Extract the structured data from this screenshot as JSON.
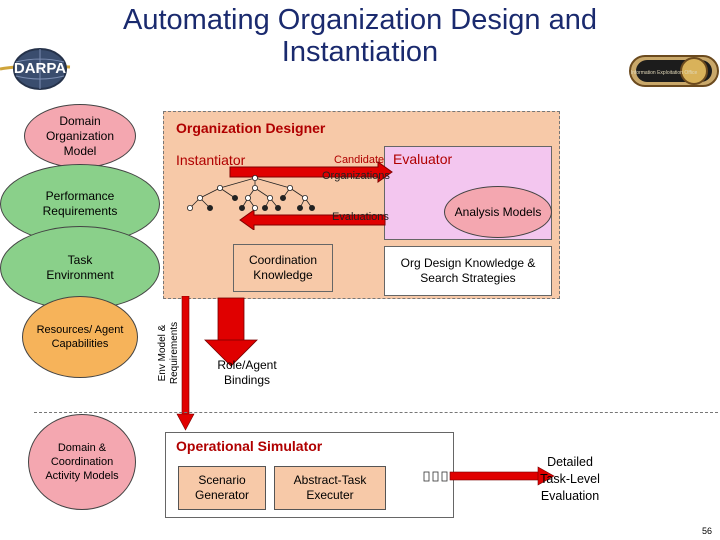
{
  "header": {
    "title_line1": "Automating Organization Design and",
    "title_line2": "Instantiation",
    "logo_left_text": "DARPA",
    "logo_right_text": "Information Exploitation Office"
  },
  "left_column": {
    "domain_org_model": "Domain Organization Model",
    "performance_requirements": "Performance Requirements",
    "task_environment": "Task Environment",
    "resources_capabilities": "Resources/ Agent Capabilities",
    "domain_coordination_models": "Domain & Coordination Activity Models"
  },
  "designer": {
    "title": "Organization Designer",
    "instantiator": "Instantiator",
    "candidate": "Candidate",
    "evaluator": "Evaluator",
    "organizations": "Organizations",
    "evaluations": "Evaluations",
    "analysis_models": "Analysis Models",
    "coordination_knowledge": "Coordination Knowledge",
    "org_design_knowledge": "Org Design Knowledge & Search Strategies"
  },
  "flow": {
    "env_model_line1": "Env Model &",
    "env_model_line2": "Requirements",
    "role_bindings": "Role/Agent Bindings"
  },
  "simulator": {
    "title": "Operational Simulator",
    "scenario_generator": "Scenario Generator",
    "abstract_task_executer": "Abstract-Task Executer",
    "detailed_evaluation": "Detailed Task-Level Evaluation"
  },
  "footer": {
    "page_number": "56"
  },
  "colors": {
    "title_blue": "#1a2a6e",
    "designer_fill": "#f7c9a8",
    "evaluator_fill": "#f3c6ef",
    "ellipse_green": "#8ad08a",
    "ellipse_pink": "#f4a7b0",
    "ellipse_orange": "#f6b35a",
    "arrow_red": "#e00000",
    "accent_red": "#b00000"
  }
}
